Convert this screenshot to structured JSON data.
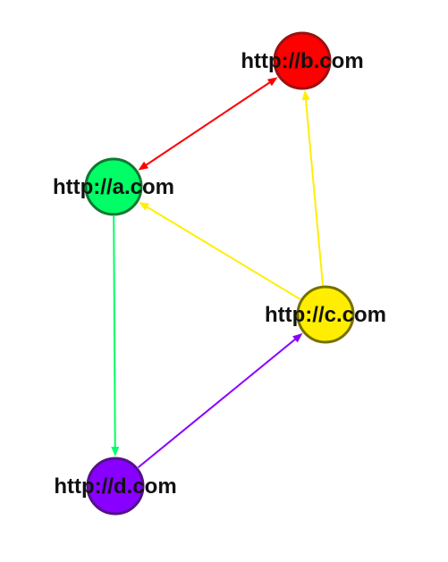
{
  "nodes": [
    {
      "id": "b",
      "label": "http://b.com",
      "color": "#ff0000",
      "border": "#991111"
    },
    {
      "id": "a",
      "label": "http://a.com",
      "color": "#00ff66",
      "border": "#117733"
    },
    {
      "id": "c",
      "label": "http://c.com",
      "color": "#ffee00",
      "border": "#777000"
    },
    {
      "id": "d",
      "label": "http://d.com",
      "color": "#8800ff",
      "border": "#551188"
    }
  ],
  "edges": [
    {
      "from": "b",
      "to": "a",
      "color": "#ff0000",
      "bidirectional": true
    },
    {
      "from": "c",
      "to": "b",
      "color": "#ffee00",
      "bidirectional": false
    },
    {
      "from": "c",
      "to": "a",
      "color": "#ffee00",
      "bidirectional": false
    },
    {
      "from": "a",
      "to": "d",
      "color": "#00ff66",
      "bidirectional": false
    },
    {
      "from": "d",
      "to": "c",
      "color": "#8800ff",
      "bidirectional": false
    }
  ]
}
